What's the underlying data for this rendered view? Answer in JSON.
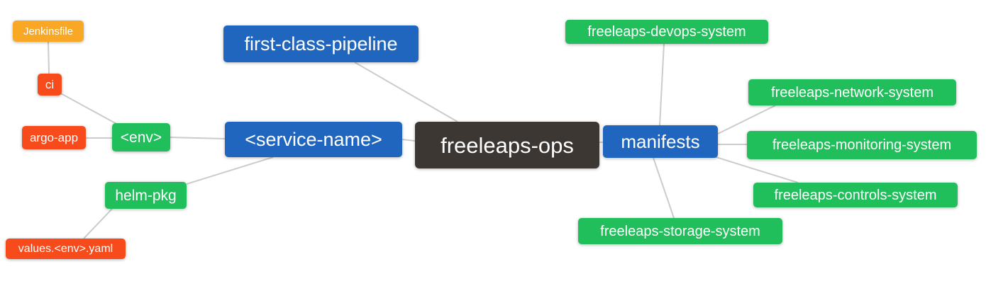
{
  "canvas": {
    "background": "#FFFFFF",
    "edge_color": "#CCCCCC",
    "text_color": "#FFFFFF"
  },
  "palette": {
    "blue": "#2166BE",
    "green": "#21BF5B",
    "orange": "#F9A826",
    "red": "#F74B1C",
    "dark": "#3C3733"
  },
  "nodes": {
    "jenkinsfile": {
      "label": "Jenkinsfile",
      "color": "#F9A826"
    },
    "ci": {
      "label": "ci",
      "color": "#F74B1C"
    },
    "argo_app": {
      "label": "argo-app",
      "color": "#F74B1C"
    },
    "env": {
      "label": "<env>",
      "color": "#21BF5B"
    },
    "first_class_pipeline": {
      "label": "first-class-pipeline",
      "color": "#2166BE"
    },
    "service_name": {
      "label": "<service-name>",
      "color": "#2166BE"
    },
    "freeleaps_ops": {
      "label": "freeleaps-ops",
      "color": "#3C3733"
    },
    "manifests": {
      "label": "manifests",
      "color": "#2166BE"
    },
    "devops_system": {
      "label": "freeleaps-devops-system",
      "color": "#21BF5B"
    },
    "network_system": {
      "label": "freeleaps-network-system",
      "color": "#21BF5B"
    },
    "monitoring_system": {
      "label": "freeleaps-monitoring-system",
      "color": "#21BF5B"
    },
    "controls_system": {
      "label": "freeleaps-controls-system",
      "color": "#21BF5B"
    },
    "storage_system": {
      "label": "freeleaps-storage-system",
      "color": "#21BF5B"
    },
    "helm_pkg": {
      "label": "helm-pkg",
      "color": "#21BF5B"
    },
    "values_env_yaml": {
      "label": "values.<env>.yaml",
      "color": "#F74B1C"
    }
  },
  "edges": [
    {
      "from": "jenkinsfile",
      "to": "ci"
    },
    {
      "from": "ci",
      "to": "env"
    },
    {
      "from": "argo_app",
      "to": "env"
    },
    {
      "from": "env",
      "to": "service_name"
    },
    {
      "from": "first_class_pipeline",
      "to": "freeleaps_ops"
    },
    {
      "from": "service_name",
      "to": "freeleaps_ops"
    },
    {
      "from": "helm_pkg",
      "to": "service_name"
    },
    {
      "from": "values_env_yaml",
      "to": "helm_pkg"
    },
    {
      "from": "freeleaps_ops",
      "to": "manifests"
    },
    {
      "from": "manifests",
      "to": "devops_system"
    },
    {
      "from": "manifests",
      "to": "network_system"
    },
    {
      "from": "manifests",
      "to": "monitoring_system"
    },
    {
      "from": "manifests",
      "to": "controls_system"
    },
    {
      "from": "manifests",
      "to": "storage_system"
    }
  ]
}
